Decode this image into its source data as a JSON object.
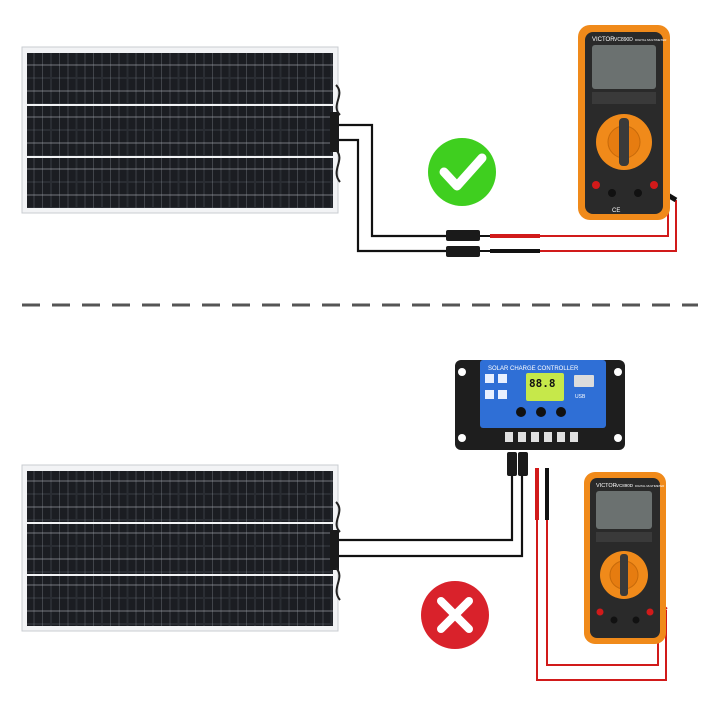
{
  "scene": {
    "top_check_icon": "checkmark-icon",
    "bottom_cross_icon": "cross-icon",
    "check_color": "#3fcf1f",
    "cross_color": "#d9222b",
    "wire_red": "#d11a1a",
    "wire_black": "#111111",
    "meter_orange": "#f08a1a",
    "controller_blue": "#2f6fd6"
  },
  "controller": {
    "title": "SOLAR CHARGE CONTROLLER",
    "lcd_digits": "88.8",
    "usb_label": "USB"
  },
  "meter_top": {
    "brand": "VICTOR",
    "model": "VC890D",
    "subtitle": "DIGITAL MULTIMETER"
  },
  "meter_bottom": {
    "brand": "VICTOR",
    "model": "VC890D",
    "subtitle": "DIGITAL MULTIMETER"
  }
}
